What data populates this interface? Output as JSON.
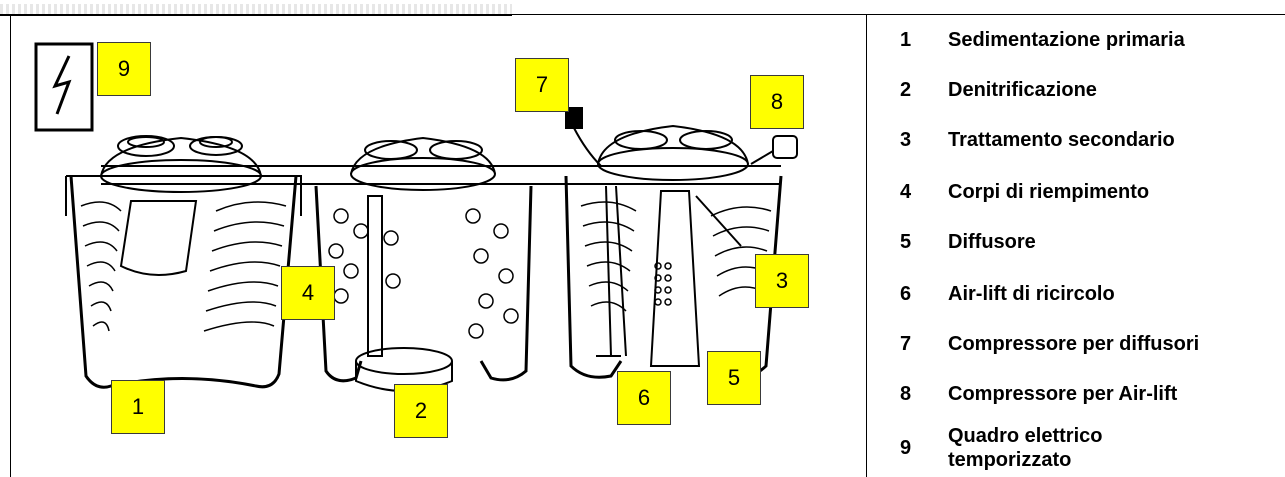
{
  "labels": {
    "l1": "1",
    "l2": "2",
    "l3": "3",
    "l4": "4",
    "l5": "5",
    "l6": "6",
    "l7": "7",
    "l8": "8",
    "l9": "9"
  },
  "legend": [
    {
      "num": "1",
      "text": "Sedimentazione primaria"
    },
    {
      "num": "2",
      "text": "Denitrificazione"
    },
    {
      "num": "3",
      "text": "Trattamento secondario"
    },
    {
      "num": "4",
      "text": "Corpi di riempimento"
    },
    {
      "num": "5",
      "text": "Diffusore"
    },
    {
      "num": "6",
      "text": "Air-lift di ricircolo"
    },
    {
      "num": "7",
      "text": "Compressore per diffusori"
    },
    {
      "num": "8",
      "text": "Compressore per Air-lift"
    },
    {
      "num": "9",
      "text": "Quadro elettrico temporizzato"
    }
  ],
  "colors": {
    "label_fill": "#ffff00",
    "line": "#000000"
  }
}
